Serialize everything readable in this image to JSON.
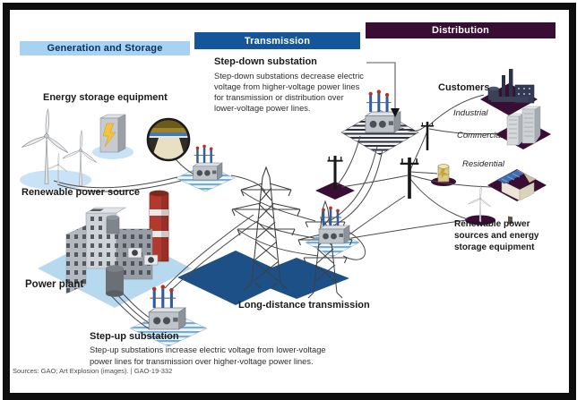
{
  "banners": {
    "generation": {
      "label": "Generation and Storage"
    },
    "transmission": {
      "label": "Transmission"
    },
    "distribution": {
      "label": "Distribution"
    }
  },
  "labels": {
    "energy_storage": "Energy storage equipment",
    "renewable_source": "Renewable power source",
    "power_plant": "Power plant",
    "long_distance": "Long-distance transmission",
    "customers": "Customers",
    "industrial": "Industrial",
    "commercial": "Commercial",
    "residential": "Residential",
    "renewable_storage_lines": [
      "Renewable power",
      "sources and energy",
      "storage equipment"
    ]
  },
  "callouts": {
    "step_down": {
      "title": "Step-down substation",
      "lines": [
        "Step-down substations decrease electric",
        "voltage from higher-voltage power lines",
        "for transmission or distribution over",
        "lower-voltage power lines."
      ]
    },
    "step_up": {
      "title": "Step-up substation",
      "lines": [
        "Step-up substations increase electric voltage from lower-voltage",
        "power lines for transmission over higher-voltage power lines."
      ]
    }
  },
  "source_line": "Sources: GAO; Art Explosion (images). | GAO-19-332",
  "colors": {
    "generation_banner_bg": "#a8d2f2",
    "transmission_banner_bg": "#15569b",
    "distribution_banner_bg": "#3a0d35",
    "transmission_diamond": "#1d5086",
    "distribution_diamond": "#3a0d35",
    "generation_platform": "#b7d9ef",
    "stack_red": "#b2392e"
  }
}
